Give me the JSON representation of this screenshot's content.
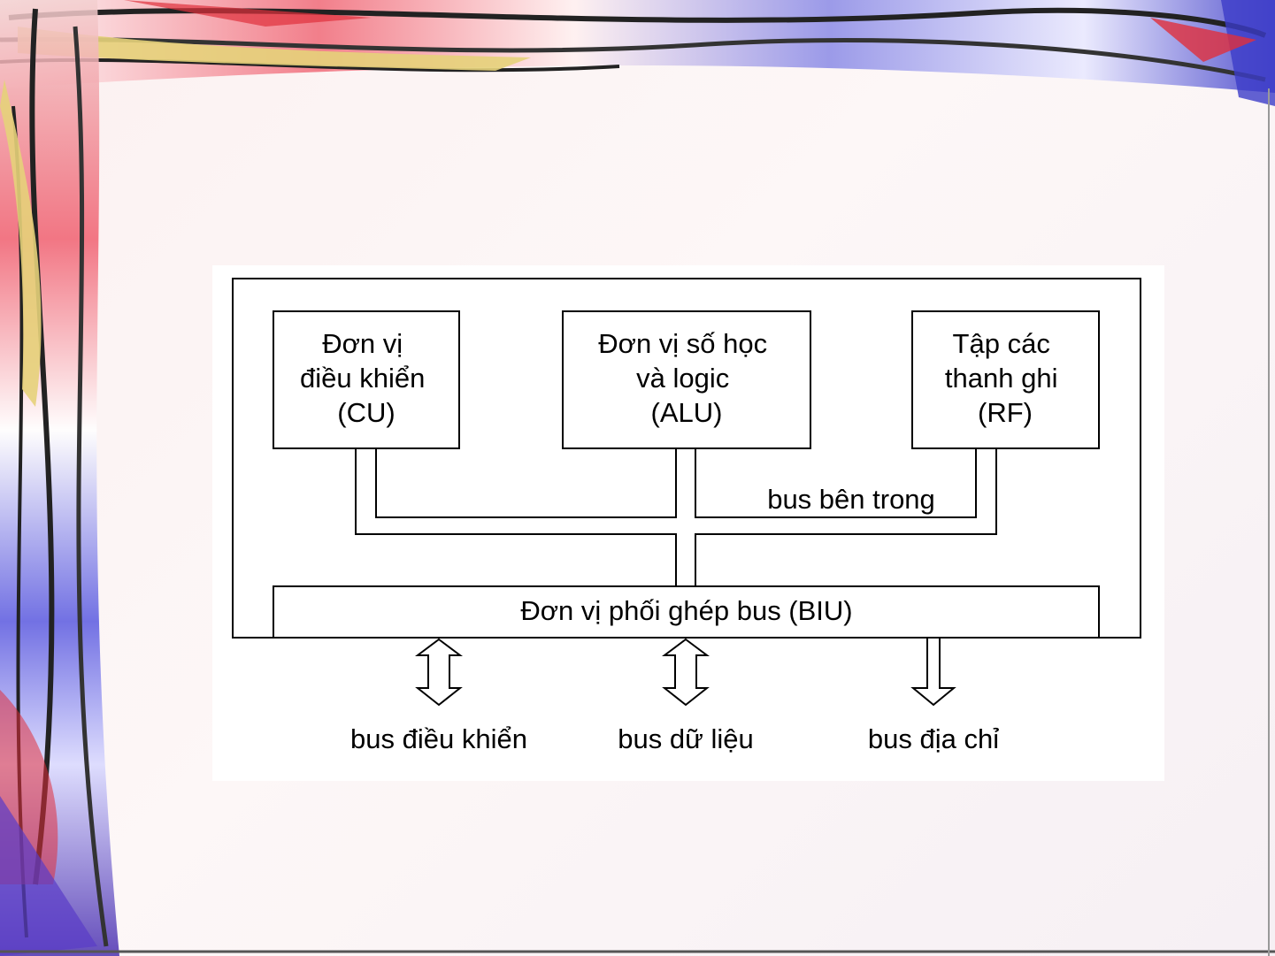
{
  "diagram": {
    "cu": {
      "lines": [
        "Đơn vị",
        "điều khiển",
        "(CU)"
      ]
    },
    "alu": {
      "lines": [
        "Đơn vị số học",
        "và logic",
        "(ALU)"
      ]
    },
    "rf": {
      "lines": [
        "Tập các",
        "thanh ghi",
        "(RF)"
      ]
    },
    "internal_bus_label": "bus bên trong",
    "biu_label": "Đơn vị phối ghép bus (BIU)",
    "external_buses": {
      "control": "bus điều khiển",
      "data": "bus dữ liệu",
      "address": "bus địa chỉ"
    }
  },
  "colors": {
    "line": "#000000",
    "panel": "#ffffff",
    "frame_red": "#e0303c",
    "frame_blue": "#3c3cc8",
    "frame_yellow": "#e6d27a"
  }
}
